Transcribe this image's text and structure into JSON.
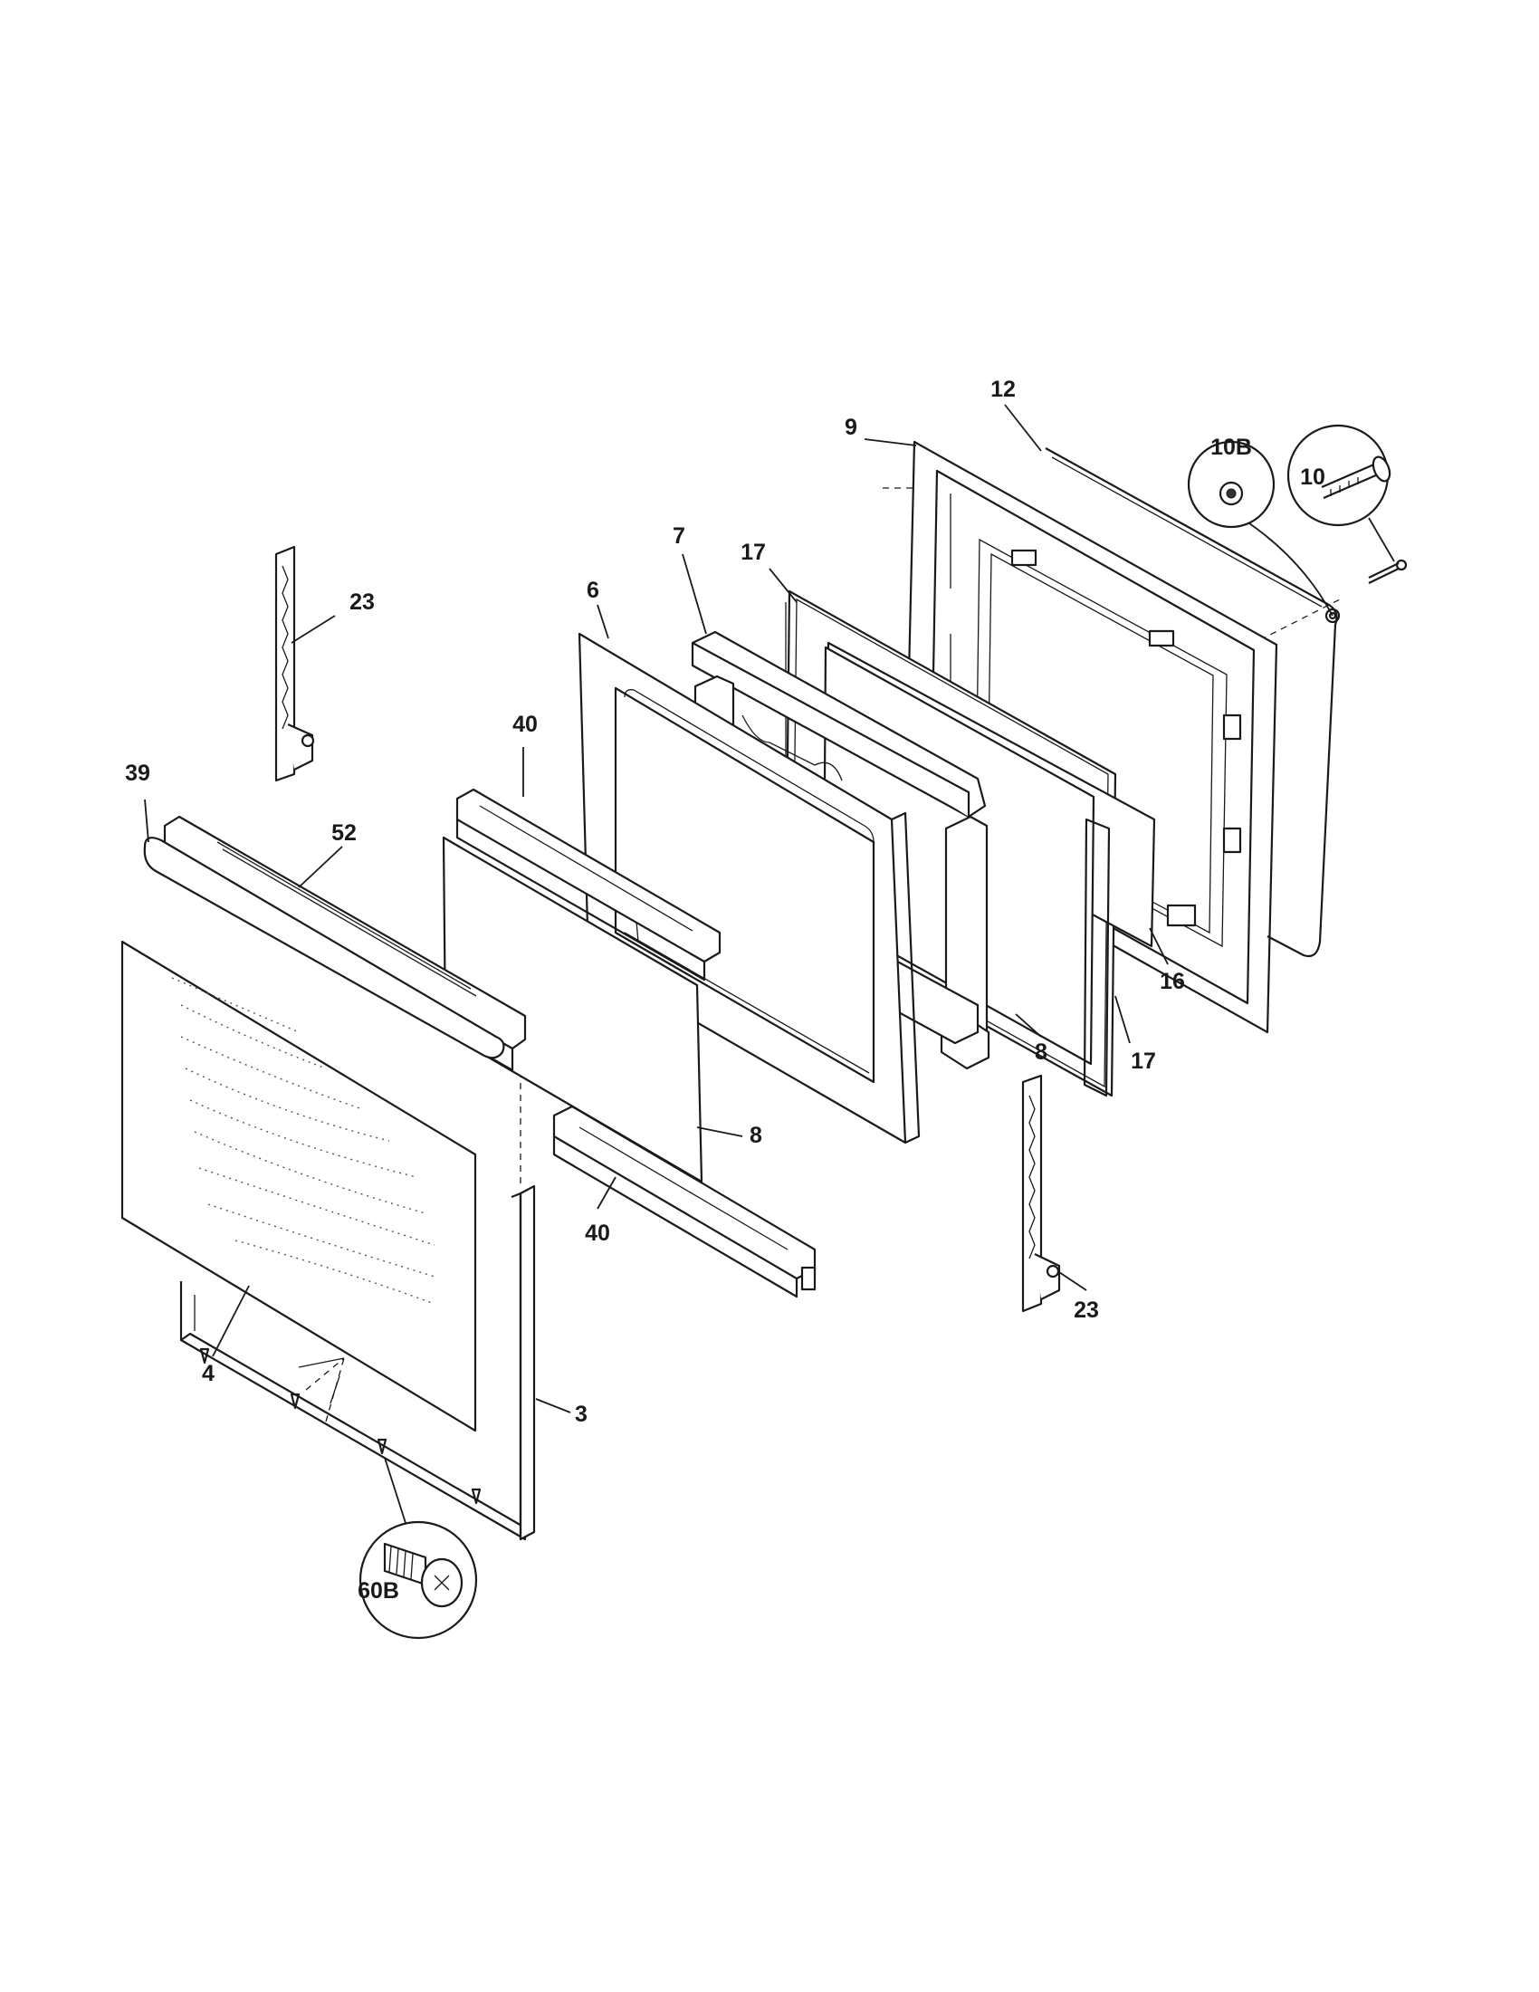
{
  "callouts": {
    "c_12": "12",
    "c_9": "9",
    "c_10B": "10B",
    "c_10": "10",
    "c_7": "7",
    "c_17_top": "17",
    "c_6": "6",
    "c_23_top": "23",
    "c_40_top": "40",
    "c_39": "39",
    "c_52": "52",
    "c_16": "16",
    "c_8_right": "8",
    "c_17_bottom": "17",
    "c_8_mid": "8",
    "c_40_bottom": "40",
    "c_23_bottom": "23",
    "c_4": "4",
    "c_3": "3",
    "c_60B": "60B"
  }
}
